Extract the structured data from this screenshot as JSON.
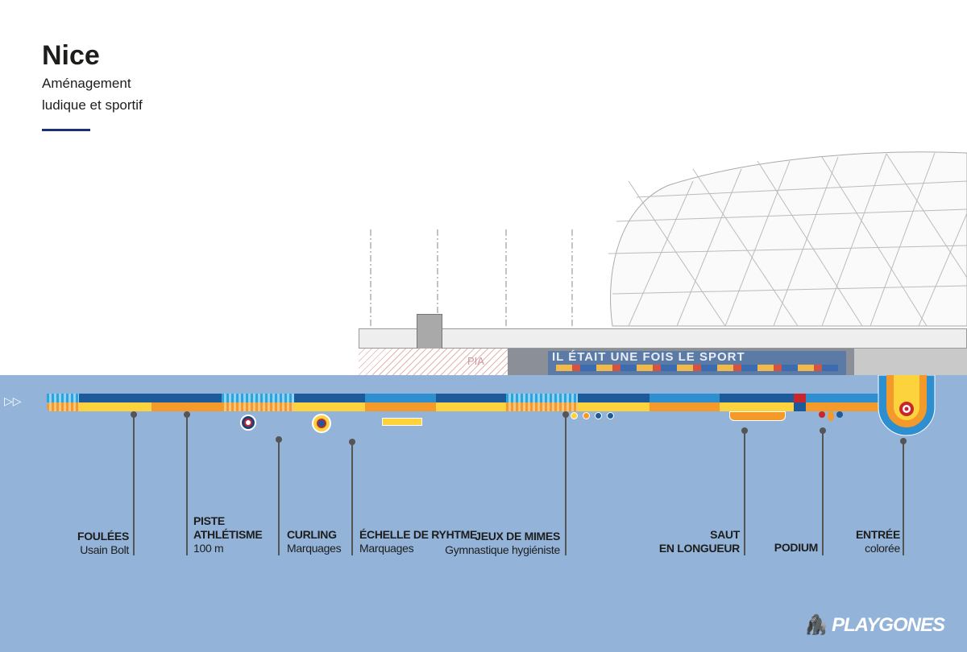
{
  "header": {
    "title": "Nice",
    "subtitle_line1": "Aménagement",
    "subtitle_line2": "ludique et sportif"
  },
  "building": {
    "facade_text": "IL ÉTAIT UNE FOIS LE SPORT",
    "pia_label": "PIA"
  },
  "colors": {
    "ground": "#93b3d9",
    "dark_blue": "#1d5a99",
    "light_blue": "#2e8fd0",
    "yellow": "#fcd33c",
    "orange": "#f39a2a",
    "accent_rule": "#1e2f7a"
  },
  "labels": [
    {
      "title": "FOULÉES",
      "sub": "Usain Bolt"
    },
    {
      "title": "PISTE ATHLÉTISME",
      "title_l1": "PISTE",
      "title_l2": "ATHLÉTISME",
      "sub": "100 m"
    },
    {
      "title": "CURLING",
      "sub": "Marquages"
    },
    {
      "title": "ÉCHELLE DE RYHTME",
      "sub": "Marquages"
    },
    {
      "title": "JEUX DE MIMES",
      "sub": "Gymnastique hygiéniste"
    },
    {
      "title": "SAUT EN LONGUEUR",
      "title_l1": "SAUT",
      "title_l2": "EN LONGUEUR",
      "sub": ""
    },
    {
      "title": "PODIUM",
      "sub": ""
    },
    {
      "title": "ENTRÉE",
      "sub": "colorée"
    }
  ],
  "logo": {
    "text": "PLAYGONES",
    "icon": "gorilla-icon"
  }
}
